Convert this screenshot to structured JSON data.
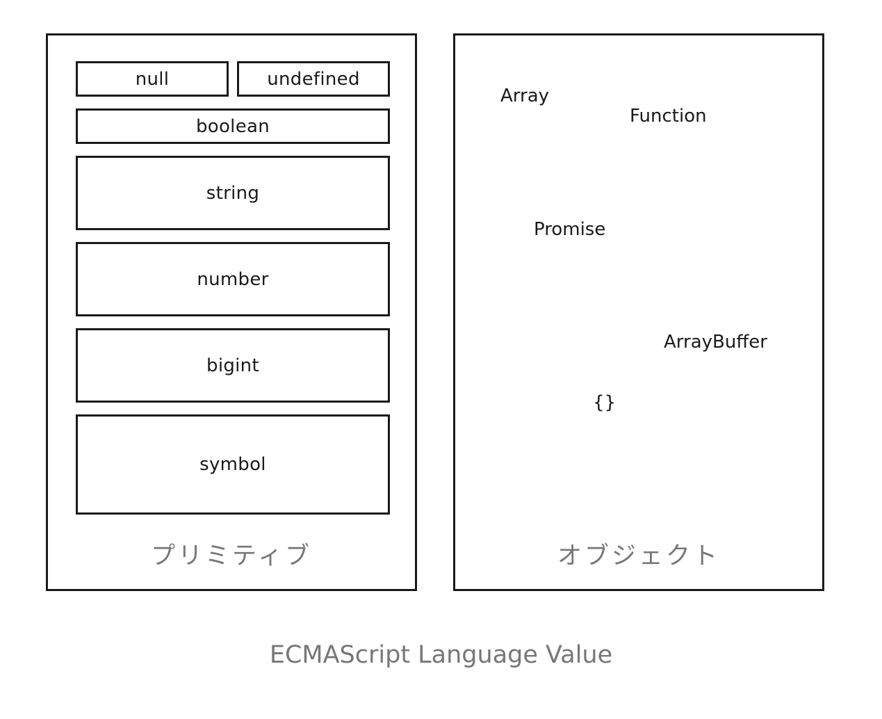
{
  "primitive": {
    "caption": "プリミティブ",
    "types": {
      "null": "null",
      "undefined": "undefined",
      "boolean": "boolean",
      "string": "string",
      "number": "number",
      "bigint": "bigint",
      "symbol": "symbol"
    }
  },
  "object": {
    "caption": "オブジェクト",
    "items": {
      "array": "Array",
      "function": "Function",
      "promise": "Promise",
      "arraybuffer": "ArrayBuffer",
      "plain_object": "{}"
    }
  },
  "footer": "ECMAScript Language Value"
}
